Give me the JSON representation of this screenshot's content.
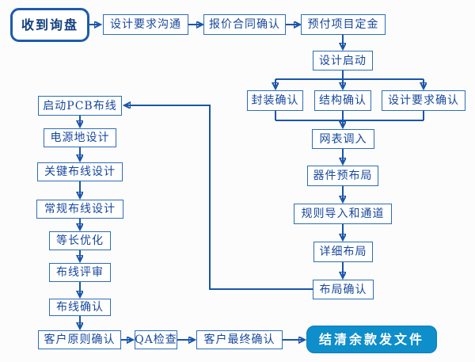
{
  "colors": {
    "connector": "#1b55a8",
    "node_border": "#2e6db6",
    "node_text": "#17479c",
    "start_node_border": "#1d5cac",
    "end_node_fill": "#0e8ecb",
    "end_node_text": "#ffffff",
    "background": "#fcfcfc"
  },
  "nodes": {
    "inquiry": "收到询盘",
    "design_req_comm": "设计要求沟通",
    "quote_contract_confirm": "报价合同确认",
    "prepay_deposit": "预付项目定金",
    "design_start": "设计启动",
    "package_confirm": "封装确认",
    "structure_confirm": "结构确认",
    "design_req_confirm": "设计要求确认",
    "netlist_import": "网表调入",
    "component_preplace": "器件预布局",
    "rules_import_channel": "规则导入和通道",
    "detailed_layout": "详细布局",
    "layout_confirm": "布局确认",
    "pcb_routing_start": "启动PCB布线",
    "power_ground_design": "电源地设计",
    "critical_routing_design": "关键布线设计",
    "normal_routing_design": "常规布线设计",
    "equal_length_opt": "等长优化",
    "routing_review": "布线评审",
    "routing_confirm": "布线确认",
    "client_principle_confirm": "客户原则确认",
    "qa_check": "QA检查",
    "client_final_confirm": "客户最终确认",
    "final_payment_delivery": "结清余款发文件"
  }
}
